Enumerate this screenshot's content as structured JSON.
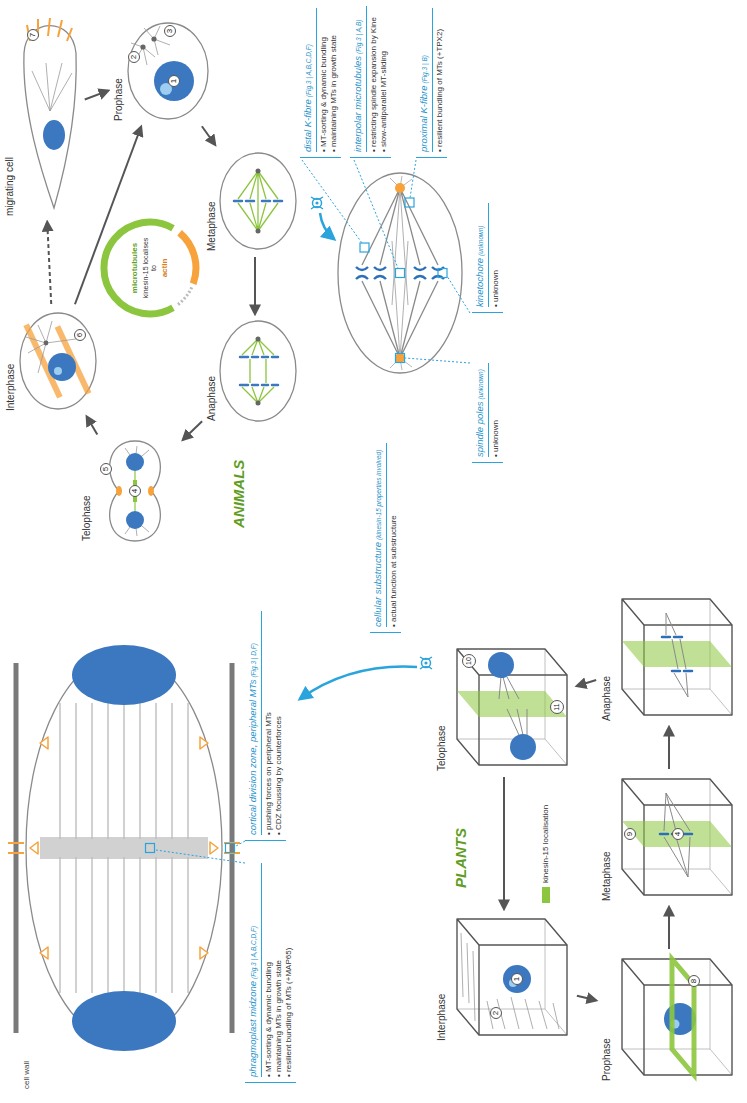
{
  "diagram": {
    "nodes": [
      {
        "text": [
          "microtubules",
          "kinesin-15 localises to",
          "actin"
        ]
      },
      {
        "text": [
          "Prophase"
        ]
      },
      {
        "text": [
          "Metaphase"
        ]
      },
      {
        "text": [
          "Anaphase"
        ]
      },
      {
        "text": [
          "Telophase"
        ]
      },
      {
        "text": [
          "Interphase"
        ]
      },
      {
        "text": [
          "migrating cell"
        ]
      },
      {
        "text": [
          "distal K-fibre",
          "(Fig.3 | A,B,C,D,F)",
          "• MT-sorting & dynamic bundling",
          "• maintaining MTs in growth state"
        ]
      },
      {
        "text": [
          "interpolar microtubules",
          "(Fig.3 | A,B)",
          "• restricting spindle expansion by Kine",
          "• slow-antiparallel MT-sliding"
        ]
      },
      {
        "text": [
          "proximal K-fibre",
          "(Fig.3 | B)",
          "• resilient bundling of MTs (+TPX2)"
        ]
      },
      {
        "text": [
          "kinetochore",
          "(unknown)",
          "• unknown"
        ]
      },
      {
        "text": [
          "spindle poles",
          "(unknown)",
          "• unknown"
        ]
      },
      {
        "text": [
          "cellular substructure",
          "(kinesin-15 properties involved)",
          "• actual function at substructure"
        ]
      },
      {
        "text": [
          "Interphase"
        ]
      },
      {
        "text": [
          "Prophase"
        ]
      },
      {
        "text": [
          "Metaphase"
        ]
      },
      {
        "text": [
          "Anaphase"
        ]
      },
      {
        "text": [
          "Telophase"
        ]
      },
      {
        "text": [
          "phragmoplast midzone",
          "(Fig.3 | A,B,C,D,F)",
          "• MT-sorting & dynamic bundling",
          "• maintaining MTs in growth state",
          "• resilient bundling of MTs (+MAP65)"
        ]
      },
      {
        "text": [
          "cortical division zone, peripheral MTs",
          "(Fig.3 | D,F)",
          "• pushing forces on peripheral MTs",
          "• CDZ focussing by counterforces"
        ]
      }
    ],
    "edges": [
      {
        "from": 1,
        "to": 2,
        "arrow": "to"
      },
      {
        "from": 2,
        "to": 3,
        "arrow": "to"
      },
      {
        "from": 3,
        "to": 4,
        "arrow": "to"
      },
      {
        "from": 4,
        "to": 5,
        "arrow": "to"
      },
      {
        "from": 5,
        "to": 1,
        "arrow": "to"
      },
      {
        "from": 5,
        "to": 6,
        "arrow": "to"
      },
      {
        "from": 6,
        "to": 1,
        "arrow": "to"
      },
      {
        "from": 13,
        "to": 14,
        "arrow": "to"
      },
      {
        "from": 14,
        "to": 15,
        "arrow": "to"
      },
      {
        "from": 15,
        "to": 16,
        "arrow": "to"
      },
      {
        "from": 16,
        "to": 17,
        "arrow": "to"
      },
      {
        "from": 17,
        "to": 13,
        "arrow": "to"
      }
    ],
    "labels": [
      "ANIMALS",
      "1",
      "2",
      "3",
      "4",
      "5",
      "6",
      "7",
      "PLANTS",
      "1",
      "2",
      "8",
      "4",
      "9",
      "10",
      "11",
      "cell wall"
    ],
    "legend": [
      {
        "text": "kinesin-15 localisation",
        "color": "#8cc63e"
      }
    ]
  }
}
